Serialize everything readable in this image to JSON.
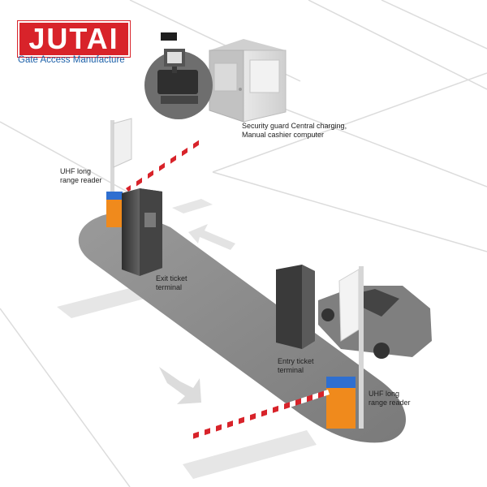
{
  "brand": {
    "logo_text": "JUTAI",
    "tagline": "Gate Access Manufacture"
  },
  "labels": {
    "security_guard": [
      "Security guard Central charging,",
      "Manual cashier computer"
    ],
    "uhf_reader_left": [
      "UHF long",
      "range reader"
    ],
    "exit_terminal": [
      "Exit ticket",
      "terminal"
    ],
    "entry_terminal": [
      "Entry ticket",
      "terminal"
    ],
    "uhf_reader_right": [
      "UHF long",
      "range reader"
    ]
  },
  "colors": {
    "brand_red": "#d8232a",
    "brand_blue": "#1a5fa8",
    "island": "#8a8a8a",
    "reader_orange": "#f08a1c",
    "reader_blue": "#2f6fd0",
    "boom_red": "#d8232a"
  }
}
